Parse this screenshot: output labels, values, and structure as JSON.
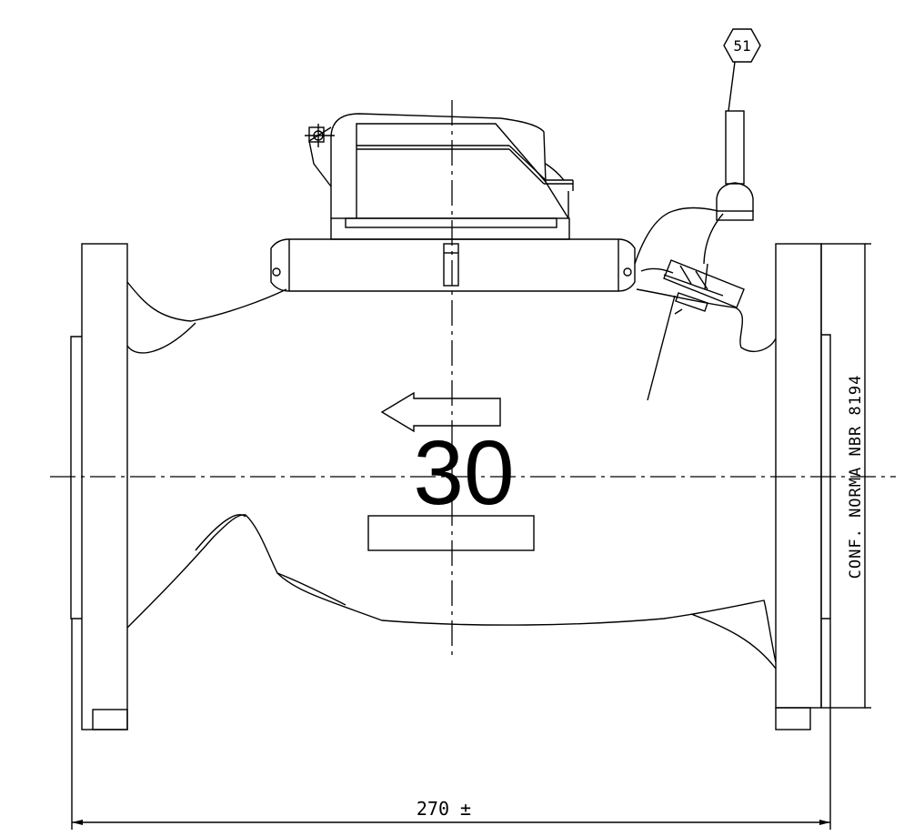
{
  "drawing": {
    "size_label": "30",
    "dimension_label": "270 ±",
    "antenna_tag": "51",
    "side_note": "CONF. NORMA NBR  8194"
  }
}
